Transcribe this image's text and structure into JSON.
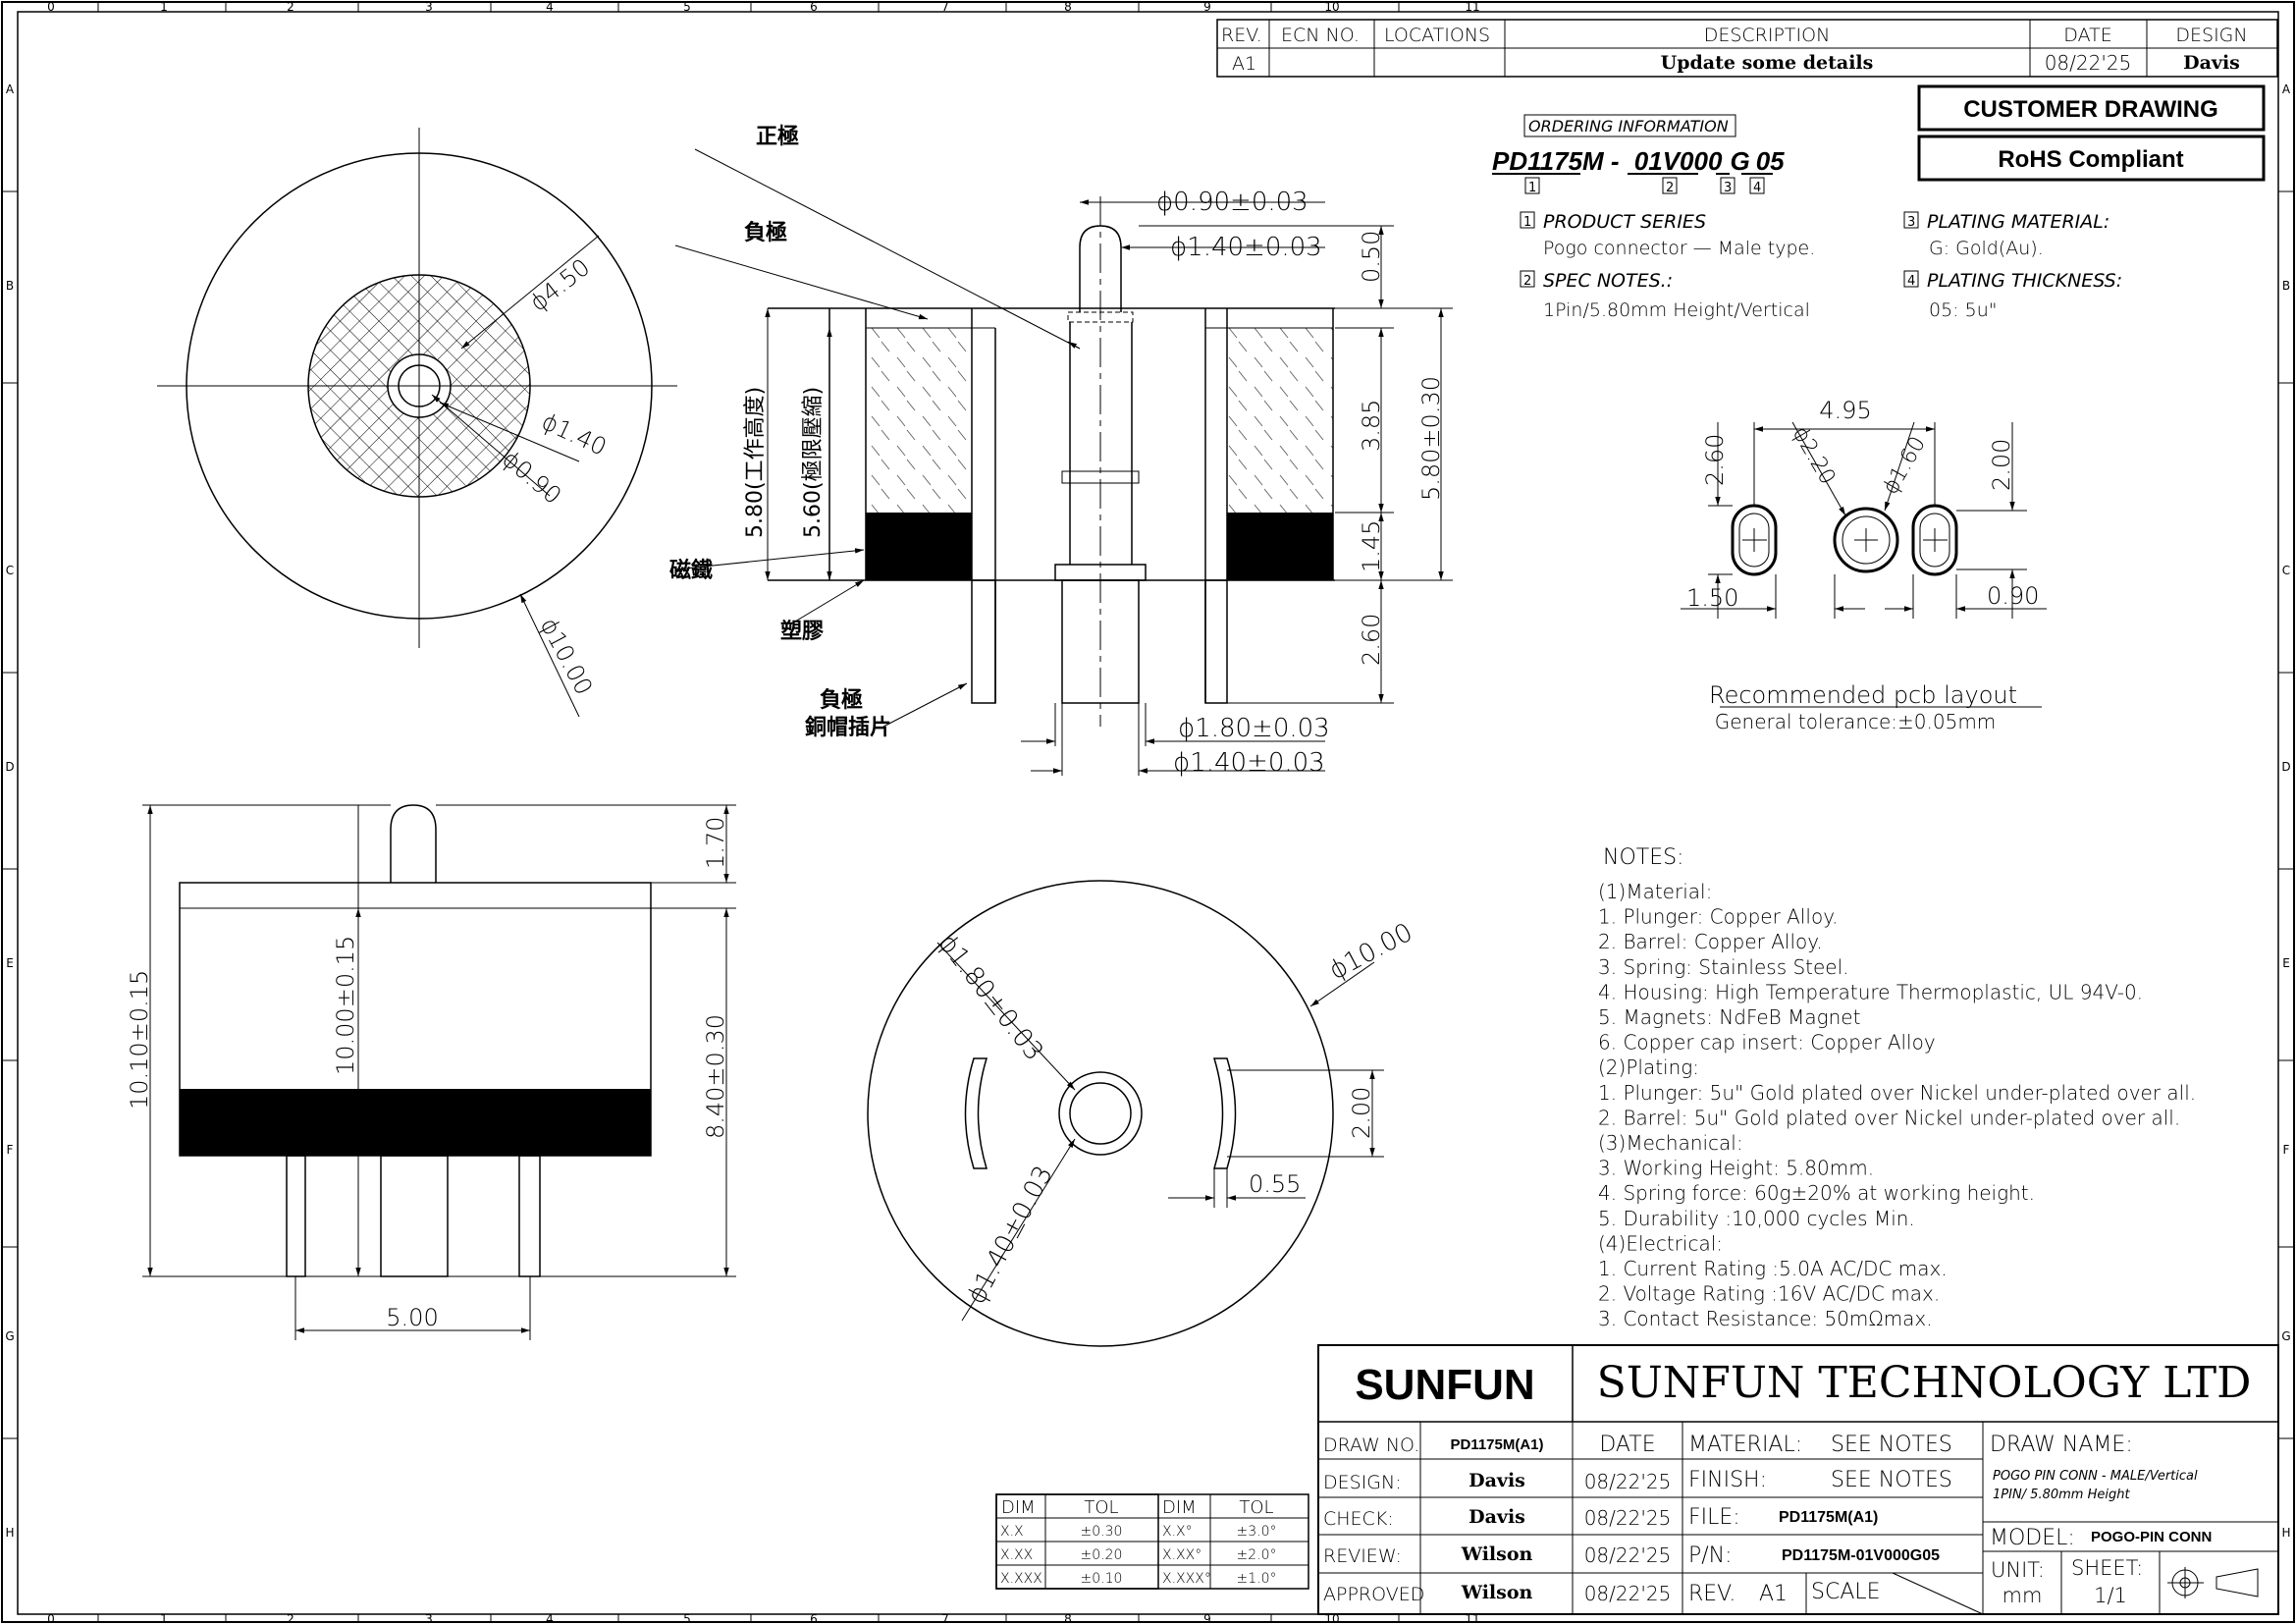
{
  "border": {
    "columns": [
      "0",
      "1",
      "2",
      "3",
      "4",
      "5",
      "6",
      "7",
      "8",
      "9",
      "10",
      "11"
    ],
    "rows": [
      "A",
      "B",
      "C",
      "D",
      "E",
      "F",
      "G",
      "H"
    ]
  },
  "revision": {
    "headers": [
      "REV.",
      "ECN NO.",
      "LOCATIONS",
      "DESCRIPTION",
      "DATE",
      "DESIGN"
    ],
    "row": {
      "rev": "A1",
      "ecn": "",
      "locations": "",
      "description": "Update some details",
      "date": "08/22'25",
      "design": "Davis"
    }
  },
  "stamps": {
    "customer": "CUSTOMER DRAWING",
    "rohs": "RoHS Compliant"
  },
  "ordering": {
    "title": "ORDERING INFORMATION",
    "part_a": "PD1175M - ",
    "part_b": "01V000",
    "part_c": "G",
    "part_d": "05",
    "idx": [
      "1",
      "2",
      "3",
      "4"
    ],
    "n1_title": "PRODUCT SERIES",
    "n1_text": "Pogo connector — Male type.",
    "n2_title": "SPEC NOTES.:",
    "n2_text": "1Pin/5.80mm Height/Vertical",
    "n3_title": "PLATING MATERIAL:",
    "n3_text": "G: Gold(Au).",
    "n4_title": "PLATING THICKNESS:",
    "n4_text": "05: 5u\""
  },
  "top_view": {
    "d450": "ϕ4.50",
    "d140": "ϕ1.40",
    "d090": "ϕ0.90",
    "d1000": "ϕ10.00"
  },
  "side_view": {
    "lbl_pos": "正極",
    "lbl_neg": "負極",
    "lbl_mag": "磁鐵",
    "lbl_plastic": "塑膠",
    "lbl_cap1": "負極",
    "lbl_cap2": "銅帽插片",
    "d090": "ϕ0.90±0.03",
    "d140": "ϕ1.40±0.03",
    "d180": "ϕ1.80±0.03",
    "d140b": "ϕ1.40±0.03",
    "h050": "0.50",
    "h385": "3.85",
    "h145": "1.45",
    "h260": "2.60",
    "h580": "5.80±0.30",
    "work": "5.80(工作高度)",
    "limit": "5.60(極限壓縮)"
  },
  "pcb": {
    "w495": "4.95",
    "h260": "2.60",
    "d220": "ϕ2.20",
    "d160": "ϕ1.60",
    "h200": "2.00",
    "w150": "1.50",
    "w090": "0.90",
    "title": "Recommended pcb layout",
    "tol": "General tolerance:±0.05mm"
  },
  "front_view": {
    "h1010": "10.10±0.15",
    "h1000": "10.00±0.15",
    "h840": "8.40±0.30",
    "h170": "1.70",
    "w500": "5.00"
  },
  "bottom_view": {
    "d180": "ϕ1.80±0.03",
    "d140": "ϕ1.40±0.03",
    "d1000": "ϕ10.00",
    "h200": "2.00",
    "w055": "0.55"
  },
  "notes": {
    "title": "NOTES:",
    "lines": [
      "(1)Material:",
      " 1.    Plunger: Copper Alloy.",
      " 2.    Barrel: Copper Alloy.",
      " 3.    Spring: Stainless Steel.",
      " 4.    Housing: High Temperature Thermoplastic,   UL 94V-0.",
      " 5.    Magnets: NdFeB Magnet",
      " 6.    Copper cap insert: Copper Alloy",
      "(2)Plating:",
      "1. Plunger: 5u\" Gold plated over Nickel under-plated over all.",
      "2. Barrel:  5u\" Gold plated over Nickel under-plated over all.",
      "(3)Mechanical:",
      " 3.    Working Height: 5.80mm.",
      " 4.    Spring force: 60g±20% at working height.",
      " 5.    Durability :10,000 cycles Min.",
      "(4)Electrical:",
      " 1.    Current Rating :5.0A AC/DC max.",
      " 2.    Voltage Rating :16V AC/DC max.",
      " 3.    Contact Resistance: 50mΩmax."
    ]
  },
  "tolerance": {
    "h": [
      "DIM",
      "TOL",
      "DIM",
      "TOL"
    ],
    "rows": [
      [
        "X.X",
        "±0.30",
        "X.X°",
        "±3.0°"
      ],
      [
        "X.XX",
        "±0.20",
        "X.XX°",
        "±2.0°"
      ],
      [
        "X.XXX",
        "±0.10",
        "X.XXX°",
        "±1.0°"
      ]
    ]
  },
  "title_block": {
    "logo": "SUNFUN",
    "company": "SUNFUN TECHNOLOGY LTD",
    "draw_no_lbl": "DRAW NO.",
    "draw_no": "PD1175M(A1)",
    "date_lbl": "DATE",
    "design_lbl": "DESIGN:",
    "design": "Davis",
    "design_date": "08/22'25",
    "check_lbl": "CHECK:",
    "check": "Davis",
    "check_date": "08/22'25",
    "review_lbl": "REVIEW:",
    "review": "Wilson",
    "review_date": "08/22'25",
    "approved_lbl": "APPROVED",
    "approved": "Wilson",
    "approved_date": "08/22'25",
    "material_lbl": "MATERIAL:",
    "material": "SEE NOTES",
    "finish_lbl": "FINISH:",
    "finish": "SEE NOTES",
    "file_lbl": "FILE:",
    "file": "PD1175M(A1)",
    "pn_lbl": "P/N:",
    "pn": "PD1175M-01V000G05",
    "rev_lbl": "REV.",
    "rev": "A1",
    "scale_lbl": "SCALE",
    "drawname_lbl": "DRAW NAME:",
    "drawname1": "POGO PIN CONN - MALE/Vertical",
    "drawname2": "1PIN/ 5.80mm Height",
    "model_lbl": "MODEL:",
    "model": "POGO-PIN CONN",
    "unit_lbl": "UNIT:",
    "unit": "mm",
    "sheet_lbl": "SHEET:",
    "sheet": "1/1"
  }
}
